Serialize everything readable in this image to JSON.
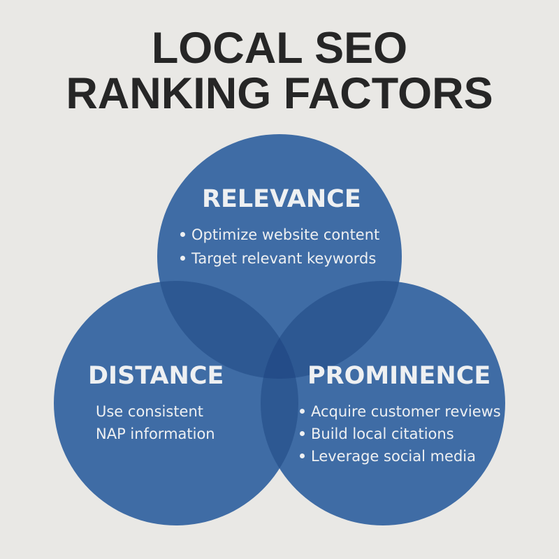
{
  "title": {
    "line1": "LOCAL SEO",
    "line2": "RANKING FACTORS"
  },
  "colors": {
    "background": "#e9e8e5",
    "title_text": "#262626",
    "circle_fill": "#3f6ca5",
    "pair_overlap": "#2d5892",
    "triple_overlap": "#244c88",
    "circle_text": "#eef0f2"
  },
  "circles": {
    "relevance": {
      "heading": "RELEVANCE",
      "items": [
        "Optimize website content",
        "Target relevant keywords"
      ],
      "bulleted": true
    },
    "distance": {
      "heading": "DISTANCE",
      "items": [
        "Use consistent",
        "NAP information"
      ],
      "bulleted": false
    },
    "prominence": {
      "heading": "PROMINENCE",
      "items": [
        "Acquire customer reviews",
        "Build local citations",
        "Leverage social media"
      ],
      "bulleted": true
    }
  }
}
